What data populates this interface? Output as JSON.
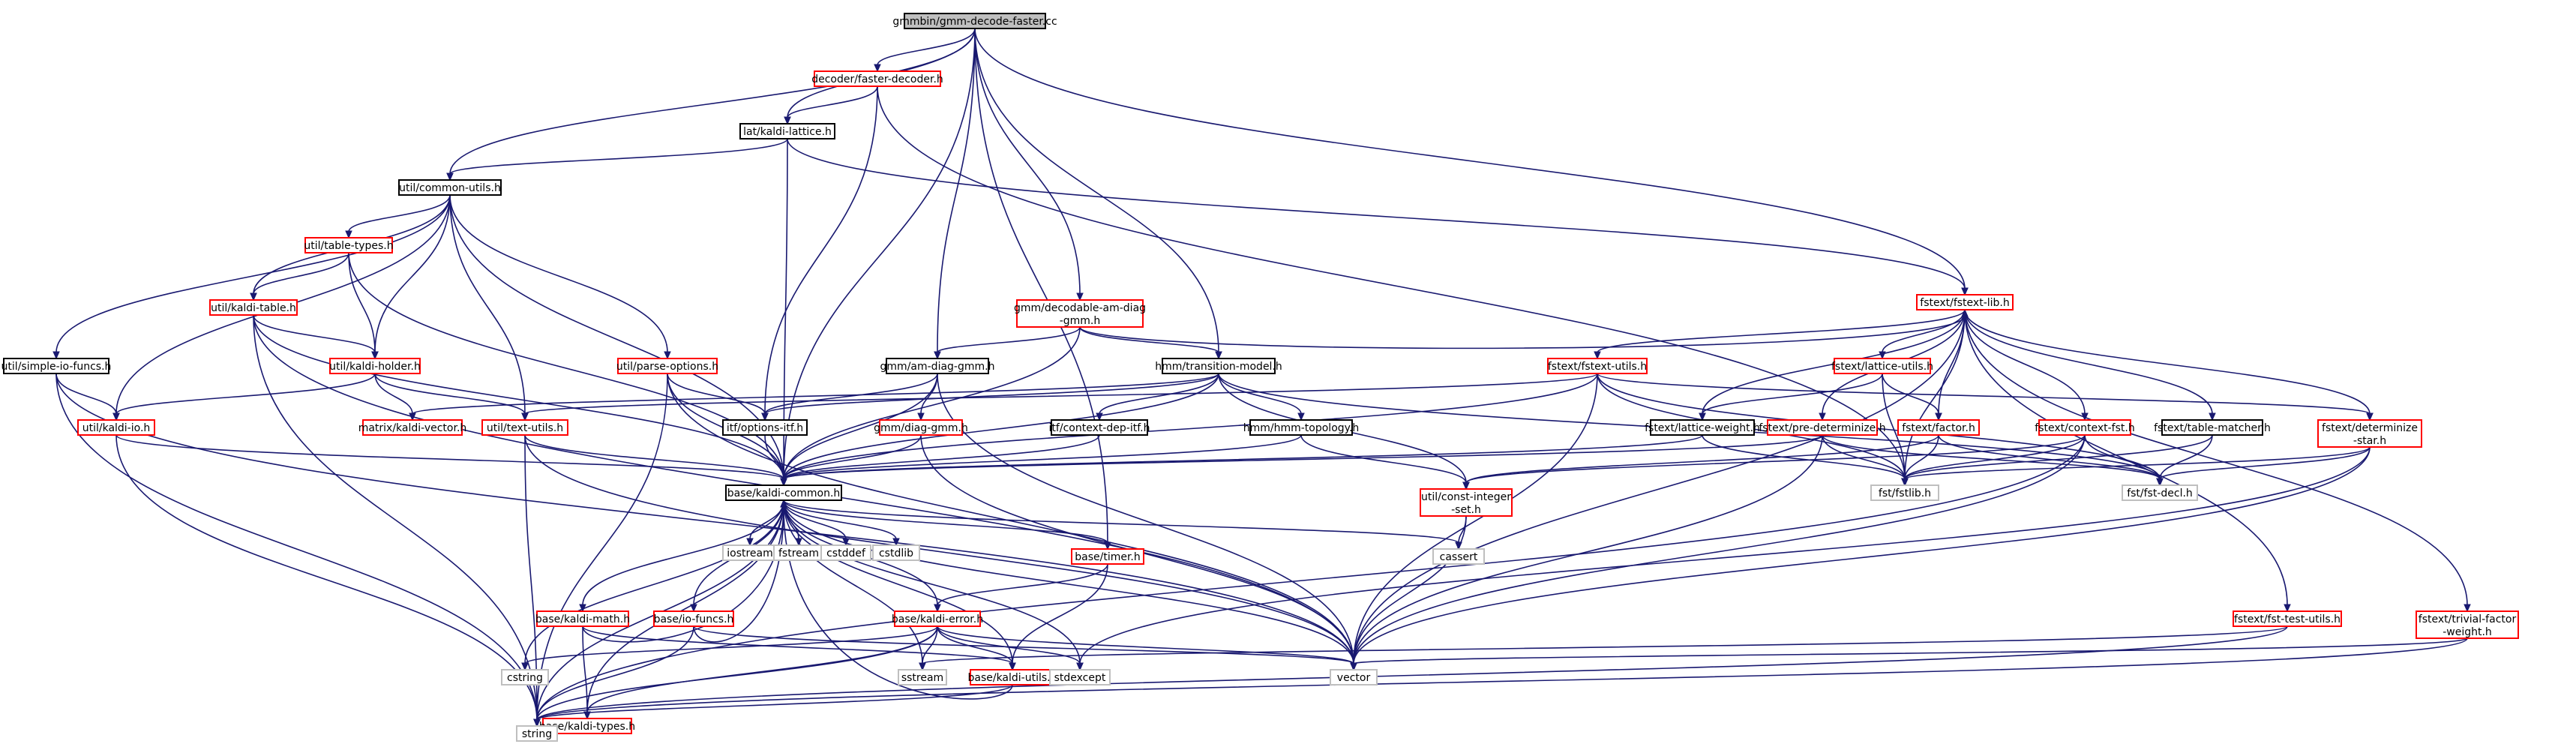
{
  "colors": {
    "edge": "#191970",
    "root_fill": "#bfbfbf",
    "root_stroke": "#000000",
    "red_stroke": "#ff0000",
    "black_stroke": "#000000",
    "system_stroke": "#bfbfbf",
    "node_fill": "#ffffff"
  },
  "nodes": [
    {
      "id": "root",
      "lines": [
        "gmmbin/gmm-decode-faster.cc"
      ],
      "style": "root"
    },
    {
      "id": "faster_decoder",
      "lines": [
        "decoder/faster-decoder.h"
      ],
      "style": "red"
    },
    {
      "id": "kaldi_lattice",
      "lines": [
        "lat/kaldi-lattice.h"
      ],
      "style": "black"
    },
    {
      "id": "common_utils",
      "lines": [
        "util/common-utils.h"
      ],
      "style": "black"
    },
    {
      "id": "table_types",
      "lines": [
        "util/table-types.h"
      ],
      "style": "red"
    },
    {
      "id": "kaldi_table",
      "lines": [
        "util/kaldi-table.h"
      ],
      "style": "red"
    },
    {
      "id": "simple_io_funcs",
      "lines": [
        "util/simple-io-funcs.h"
      ],
      "style": "black"
    },
    {
      "id": "kaldi_holder",
      "lines": [
        "util/kaldi-holder.h"
      ],
      "style": "red"
    },
    {
      "id": "parse_options",
      "lines": [
        "util/parse-options.h"
      ],
      "style": "red"
    },
    {
      "id": "kaldi_io",
      "lines": [
        "util/kaldi-io.h"
      ],
      "style": "red"
    },
    {
      "id": "kaldi_vector",
      "lines": [
        "matrix/kaldi-vector.h"
      ],
      "style": "red"
    },
    {
      "id": "text_utils",
      "lines": [
        "util/text-utils.h"
      ],
      "style": "red"
    },
    {
      "id": "decodable",
      "lines": [
        "gmm/decodable-am-diag",
        "-gmm.h"
      ],
      "style": "red"
    },
    {
      "id": "am_diag_gmm",
      "lines": [
        "gmm/am-diag-gmm.h"
      ],
      "style": "black"
    },
    {
      "id": "transition_model",
      "lines": [
        "hmm/transition-model.h"
      ],
      "style": "black"
    },
    {
      "id": "options_itf",
      "lines": [
        "itf/options-itf.h"
      ],
      "style": "black"
    },
    {
      "id": "diag_gmm",
      "lines": [
        "gmm/diag-gmm.h"
      ],
      "style": "red"
    },
    {
      "id": "context_dep_itf",
      "lines": [
        "itf/context-dep-itf.h"
      ],
      "style": "black"
    },
    {
      "id": "hmm_topology",
      "lines": [
        "hmm/hmm-topology.h"
      ],
      "style": "black"
    },
    {
      "id": "kaldi_common",
      "lines": [
        "base/kaldi-common.h"
      ],
      "style": "black"
    },
    {
      "id": "fstext_lib",
      "lines": [
        "fstext/fstext-lib.h"
      ],
      "style": "red"
    },
    {
      "id": "fstext_utils",
      "lines": [
        "fstext/fstext-utils.h"
      ],
      "style": "red"
    },
    {
      "id": "lattice_utils",
      "lines": [
        "fstext/lattice-utils.h"
      ],
      "style": "red"
    },
    {
      "id": "lattice_weight",
      "lines": [
        "fstext/lattice-weight.h"
      ],
      "style": "black"
    },
    {
      "id": "pre_determinize",
      "lines": [
        "fstext/pre-determinize.h"
      ],
      "style": "red"
    },
    {
      "id": "factor",
      "lines": [
        "fstext/factor.h"
      ],
      "style": "red"
    },
    {
      "id": "context_fst",
      "lines": [
        "fstext/context-fst.h"
      ],
      "style": "red"
    },
    {
      "id": "table_matcher",
      "lines": [
        "fstext/table-matcher.h"
      ],
      "style": "black"
    },
    {
      "id": "determinize_star",
      "lines": [
        "fstext/determinize",
        "-star.h"
      ],
      "style": "red"
    },
    {
      "id": "const_integer_set",
      "lines": [
        "util/const-integer",
        "-set.h"
      ],
      "style": "red"
    },
    {
      "id": "fstlib",
      "lines": [
        "fst/fstlib.h"
      ],
      "style": "system"
    },
    {
      "id": "fst_decl",
      "lines": [
        "fst/fst-decl.h"
      ],
      "style": "system"
    },
    {
      "id": "fst_test_utils",
      "lines": [
        "fstext/fst-test-utils.h"
      ],
      "style": "red"
    },
    {
      "id": "trivial_factor_weight",
      "lines": [
        "fstext/trivial-factor",
        "-weight.h"
      ],
      "style": "red"
    },
    {
      "id": "iostream",
      "lines": [
        "iostream"
      ],
      "style": "system"
    },
    {
      "id": "fstream",
      "lines": [
        "fstream"
      ],
      "style": "system"
    },
    {
      "id": "cstddef",
      "lines": [
        "cstddef"
      ],
      "style": "system"
    },
    {
      "id": "cstdlib",
      "lines": [
        "cstdlib"
      ],
      "style": "system"
    },
    {
      "id": "timer",
      "lines": [
        "base/timer.h"
      ],
      "style": "red"
    },
    {
      "id": "cassert",
      "lines": [
        "cassert"
      ],
      "style": "system"
    },
    {
      "id": "kaldi_math",
      "lines": [
        "base/kaldi-math.h"
      ],
      "style": "red"
    },
    {
      "id": "io_funcs",
      "lines": [
        "base/io-funcs.h"
      ],
      "style": "red"
    },
    {
      "id": "kaldi_error",
      "lines": [
        "base/kaldi-error.h"
      ],
      "style": "red"
    },
    {
      "id": "cstring",
      "lines": [
        "cstring"
      ],
      "style": "system"
    },
    {
      "id": "kaldi_types",
      "lines": [
        "base/kaldi-types.h"
      ],
      "style": "red"
    },
    {
      "id": "sstream",
      "lines": [
        "sstream"
      ],
      "style": "system"
    },
    {
      "id": "kaldi_utils",
      "lines": [
        "base/kaldi-utils.h"
      ],
      "style": "red"
    },
    {
      "id": "stdexcept",
      "lines": [
        "stdexcept"
      ],
      "style": "system"
    },
    {
      "id": "vector",
      "lines": [
        "vector"
      ],
      "style": "system"
    },
    {
      "id": "string",
      "lines": [
        "string"
      ],
      "style": "system"
    }
  ],
  "edges": [
    [
      "root",
      "faster_decoder"
    ],
    [
      "root",
      "kaldi_lattice"
    ],
    [
      "root",
      "common_utils"
    ],
    [
      "root",
      "kaldi_common"
    ],
    [
      "root",
      "am_diag_gmm"
    ],
    [
      "root",
      "decodable"
    ],
    [
      "root",
      "transition_model"
    ],
    [
      "root",
      "fstext_lib"
    ],
    [
      "root",
      "timer"
    ],
    [
      "faster_decoder",
      "kaldi_lattice"
    ],
    [
      "faster_decoder",
      "options_itf"
    ],
    [
      "faster_decoder",
      "fstlib"
    ],
    [
      "kaldi_lattice",
      "common_utils"
    ],
    [
      "kaldi_lattice",
      "fstext_lib"
    ],
    [
      "kaldi_lattice",
      "kaldi_common"
    ],
    [
      "common_utils",
      "table_types"
    ],
    [
      "common_utils",
      "kaldi_table"
    ],
    [
      "common_utils",
      "simple_io_funcs"
    ],
    [
      "common_utils",
      "kaldi_holder"
    ],
    [
      "common_utils",
      "parse_options"
    ],
    [
      "common_utils",
      "kaldi_io"
    ],
    [
      "common_utils",
      "text_utils"
    ],
    [
      "common_utils",
      "kaldi_common"
    ],
    [
      "table_types",
      "kaldi_table"
    ],
    [
      "table_types",
      "kaldi_holder"
    ],
    [
      "table_types",
      "kaldi_common"
    ],
    [
      "kaldi_table",
      "kaldi_holder"
    ],
    [
      "kaldi_table",
      "kaldi_common"
    ],
    [
      "kaldi_table",
      "string"
    ],
    [
      "kaldi_table",
      "vector"
    ],
    [
      "simple_io_funcs",
      "kaldi_io"
    ],
    [
      "simple_io_funcs",
      "string"
    ],
    [
      "simple_io_funcs",
      "vector"
    ],
    [
      "kaldi_holder",
      "kaldi_io"
    ],
    [
      "kaldi_holder",
      "text_utils"
    ],
    [
      "kaldi_holder",
      "kaldi_vector"
    ],
    [
      "parse_options",
      "options_itf"
    ],
    [
      "parse_options",
      "kaldi_common"
    ],
    [
      "parse_options",
      "string"
    ],
    [
      "parse_options",
      "vector"
    ],
    [
      "kaldi_io",
      "kaldi_common"
    ],
    [
      "kaldi_io",
      "string"
    ],
    [
      "text_utils",
      "kaldi_common"
    ],
    [
      "text_utils",
      "string"
    ],
    [
      "text_utils",
      "vector"
    ],
    [
      "decodable",
      "am_diag_gmm"
    ],
    [
      "decodable",
      "transition_model"
    ],
    [
      "decodable",
      "kaldi_common"
    ],
    [
      "decodable",
      "fstext_lib"
    ],
    [
      "am_diag_gmm",
      "diag_gmm"
    ],
    [
      "am_diag_gmm",
      "kaldi_common"
    ],
    [
      "am_diag_gmm",
      "options_itf"
    ],
    [
      "am_diag_gmm",
      "vector"
    ],
    [
      "transition_model",
      "options_itf"
    ],
    [
      "transition_model",
      "context_dep_itf"
    ],
    [
      "transition_model",
      "hmm_topology"
    ],
    [
      "transition_model",
      "kaldi_common"
    ],
    [
      "transition_model",
      "const_integer_set"
    ],
    [
      "transition_model",
      "kaldi_vector"
    ],
    [
      "transition_model",
      "fst_decl"
    ],
    [
      "options_itf",
      "kaldi_common"
    ],
    [
      "diag_gmm",
      "kaldi_common"
    ],
    [
      "diag_gmm",
      "vector"
    ],
    [
      "context_dep_itf",
      "kaldi_common"
    ],
    [
      "hmm_topology",
      "kaldi_common"
    ],
    [
      "hmm_topology",
      "const_integer_set"
    ],
    [
      "fstext_lib",
      "fstext_utils"
    ],
    [
      "fstext_lib",
      "lattice_utils"
    ],
    [
      "fstext_lib",
      "lattice_weight"
    ],
    [
      "fstext_lib",
      "pre_determinize"
    ],
    [
      "fstext_lib",
      "factor"
    ],
    [
      "fstext_lib",
      "context_fst"
    ],
    [
      "fstext_lib",
      "table_matcher"
    ],
    [
      "fstext_lib",
      "determinize_star"
    ],
    [
      "fstext_lib",
      "fst_test_utils"
    ],
    [
      "fstext_lib",
      "trivial_factor_weight"
    ],
    [
      "fstext_lib",
      "fstlib"
    ],
    [
      "fstext_lib",
      "vector"
    ],
    [
      "fstext_utils",
      "kaldi_common"
    ],
    [
      "fstext_utils",
      "fstlib"
    ],
    [
      "fstext_utils",
      "vector"
    ],
    [
      "fstext_utils",
      "text_utils"
    ],
    [
      "fstext_utils",
      "determinize_star"
    ],
    [
      "fstext_utils",
      "fst_decl"
    ],
    [
      "lattice_utils",
      "lattice_weight"
    ],
    [
      "lattice_utils",
      "factor"
    ],
    [
      "lattice_utils",
      "fstlib"
    ],
    [
      "lattice_weight",
      "fstlib"
    ],
    [
      "lattice_weight",
      "kaldi_common"
    ],
    [
      "pre_determinize",
      "kaldi_common"
    ],
    [
      "pre_determinize",
      "fstlib"
    ],
    [
      "pre_determinize",
      "vector"
    ],
    [
      "pre_determinize",
      "fst_decl"
    ],
    [
      "factor",
      "fstlib"
    ],
    [
      "factor",
      "const_integer_set"
    ],
    [
      "factor",
      "fst_decl"
    ],
    [
      "context_fst",
      "fstlib"
    ],
    [
      "context_fst",
      "fst_decl"
    ],
    [
      "context_fst",
      "const_integer_set"
    ],
    [
      "context_fst",
      "vector"
    ],
    [
      "context_fst",
      "string"
    ],
    [
      "table_matcher",
      "fstlib"
    ],
    [
      "table_matcher",
      "fst_decl"
    ],
    [
      "determinize_star",
      "fstlib"
    ],
    [
      "determinize_star",
      "fst_decl"
    ],
    [
      "determinize_star",
      "vector"
    ],
    [
      "determinize_star",
      "stdexcept"
    ],
    [
      "const_integer_set",
      "cassert"
    ],
    [
      "const_integer_set",
      "vector"
    ],
    [
      "fst_test_utils",
      "sstream"
    ],
    [
      "fst_test_utils",
      "string"
    ],
    [
      "trivial_factor_weight",
      "string"
    ],
    [
      "trivial_factor_weight",
      "vector"
    ],
    [
      "kaldi_common",
      "iostream"
    ],
    [
      "kaldi_common",
      "fstream"
    ],
    [
      "kaldi_common",
      "cstddef"
    ],
    [
      "kaldi_common",
      "cstdlib"
    ],
    [
      "kaldi_common",
      "timer"
    ],
    [
      "kaldi_common",
      "cassert"
    ],
    [
      "kaldi_common",
      "kaldi_math"
    ],
    [
      "kaldi_common",
      "io_funcs"
    ],
    [
      "kaldi_common",
      "kaldi_error"
    ],
    [
      "kaldi_common",
      "cstring"
    ],
    [
      "kaldi_common",
      "kaldi_types"
    ],
    [
      "kaldi_common",
      "sstream"
    ],
    [
      "kaldi_common",
      "kaldi_utils"
    ],
    [
      "kaldi_common",
      "stdexcept"
    ],
    [
      "kaldi_common",
      "vector"
    ],
    [
      "kaldi_common",
      "string"
    ],
    [
      "timer",
      "kaldi_utils"
    ],
    [
      "timer",
      "kaldi_error"
    ],
    [
      "kaldi_math",
      "kaldi_common"
    ],
    [
      "kaldi_math",
      "kaldi_types"
    ],
    [
      "kaldi_math",
      "kaldi_utils"
    ],
    [
      "io_funcs",
      "kaldi_common"
    ],
    [
      "io_funcs",
      "string"
    ],
    [
      "io_funcs",
      "vector"
    ],
    [
      "kaldi_error",
      "cstring"
    ],
    [
      "kaldi_error",
      "kaldi_types"
    ],
    [
      "kaldi_error",
      "sstream"
    ],
    [
      "kaldi_error",
      "kaldi_utils"
    ],
    [
      "kaldi_error",
      "stdexcept"
    ],
    [
      "kaldi_error",
      "vector"
    ],
    [
      "kaldi_error",
      "string"
    ],
    [
      "kaldi_utils",
      "kaldi_common"
    ],
    [
      "kaldi_utils",
      "string"
    ]
  ]
}
